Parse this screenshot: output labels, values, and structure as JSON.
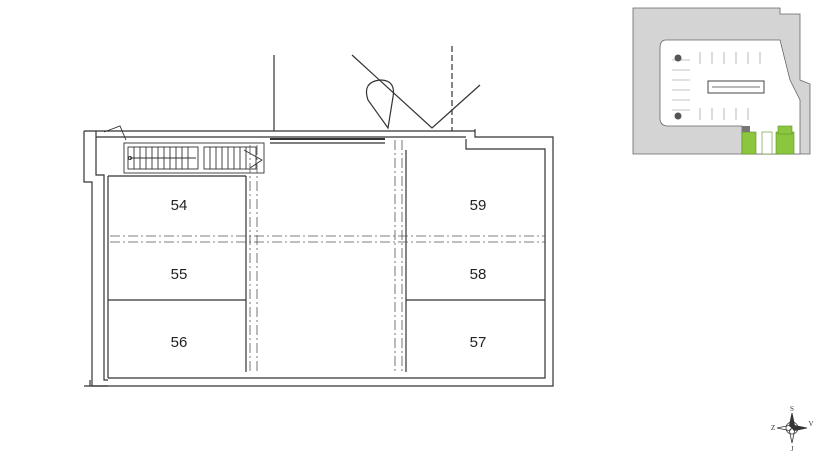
{
  "floorplan": {
    "units": [
      {
        "id": "54",
        "label": "54"
      },
      {
        "id": "55",
        "label": "55"
      },
      {
        "id": "56",
        "label": "56"
      },
      {
        "id": "59",
        "label": "59"
      },
      {
        "id": "58",
        "label": "58"
      },
      {
        "id": "57",
        "label": "57"
      }
    ],
    "colors": {
      "wall": "#333333",
      "dashed": "#555555"
    }
  },
  "minimap": {
    "colors": {
      "ground": "#d4d4d4",
      "building": "#ffffff",
      "highlight": "#8cc63f",
      "outline": "#666666"
    },
    "highlighted_units": 4
  },
  "compass": {
    "north": "S",
    "south": "J",
    "west": "Z",
    "east": "V"
  }
}
